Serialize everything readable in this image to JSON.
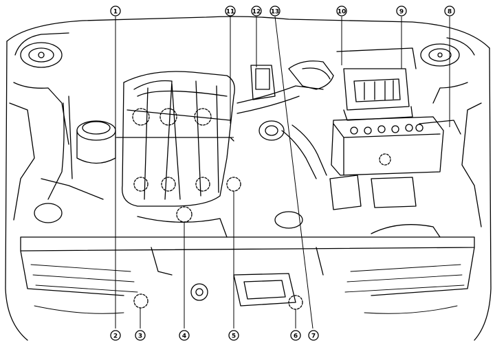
{
  "callouts": [
    {
      "id": "c1",
      "text": "1"
    },
    {
      "id": "c2",
      "text": "2"
    },
    {
      "id": "c3",
      "text": "3"
    },
    {
      "id": "c4",
      "text": "4"
    },
    {
      "id": "c5",
      "text": "5"
    },
    {
      "id": "c6",
      "text": "6"
    },
    {
      "id": "c7",
      "text": "7"
    },
    {
      "id": "c8",
      "text": "8"
    },
    {
      "id": "c9",
      "text": "9"
    },
    {
      "id": "c10",
      "text": "10"
    },
    {
      "id": "c11",
      "text": "11"
    },
    {
      "id": "c12",
      "text": "12"
    },
    {
      "id": "c13",
      "text": "13"
    }
  ],
  "colors": {
    "ink": "#000000",
    "paper": "#ffffff"
  }
}
